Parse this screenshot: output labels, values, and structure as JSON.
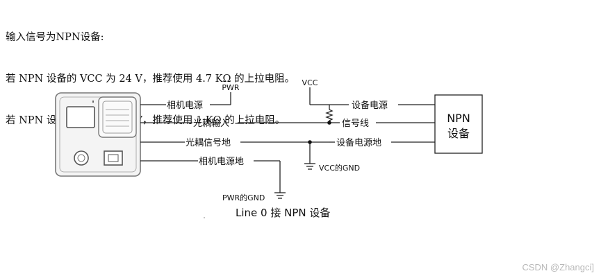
{
  "intro": {
    "line1": "输入信号为NPN设备:",
    "line2": "若 NPN 设备的 VCC 为 24 V，推荐使用 4.7 KΩ 的上拉电阻。",
    "line3": "若 NPN 设备的 VCC 为 12 V，推荐使用 1 KΩ 的上拉电阻。"
  },
  "diagram": {
    "left_labels": {
      "camera_power": "相机电源",
      "opto_input": "光耦输入",
      "opto_ground": "光耦信号地",
      "camera_power_ground": "相机电源地"
    },
    "right_labels": {
      "device_power": "设备电源",
      "signal_line": "信号线",
      "device_power_ground": "设备电源地"
    },
    "pwr": "PWR",
    "vcc": "VCC",
    "vcc_gnd": "VCC的GND",
    "pwr_gnd": "PWR的GND",
    "device_box": {
      "line1": "NPN",
      "line2": "设备"
    },
    "caption": "Line 0 接 NPN 设备"
  },
  "watermark": "CSDN @Zhangci]"
}
